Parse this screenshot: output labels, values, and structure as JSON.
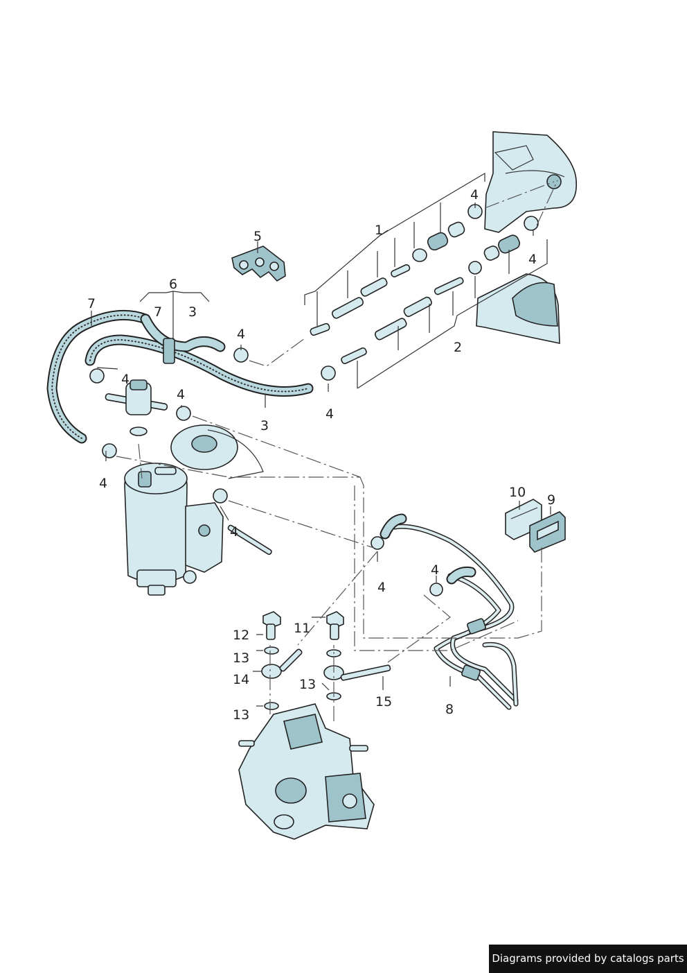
{
  "callouts": {
    "c1": "1",
    "c2": "2",
    "c3a": "3",
    "c3b": "3",
    "c4a": "4",
    "c4b": "4",
    "c4c": "4",
    "c4d": "4",
    "c4e": "4",
    "c4f": "4",
    "c4g": "4",
    "c4h": "4",
    "c4i": "4",
    "c4j": "4",
    "c5": "5",
    "c6": "6",
    "c7a": "7",
    "c7b": "7",
    "c8": "8",
    "c9": "9",
    "c10": "10",
    "c11": "11",
    "c12": "12",
    "c13a": "13",
    "c13b": "13",
    "c13c": "13",
    "c14": "14",
    "c15": "15"
  },
  "footer": {
    "credit": "Diagrams provided by catalogs parts"
  },
  "colors": {
    "part_fill": "#d5eaee",
    "part_shade": "#9fc3ca",
    "outline": "#222222",
    "credit_bg": "#111111"
  }
}
